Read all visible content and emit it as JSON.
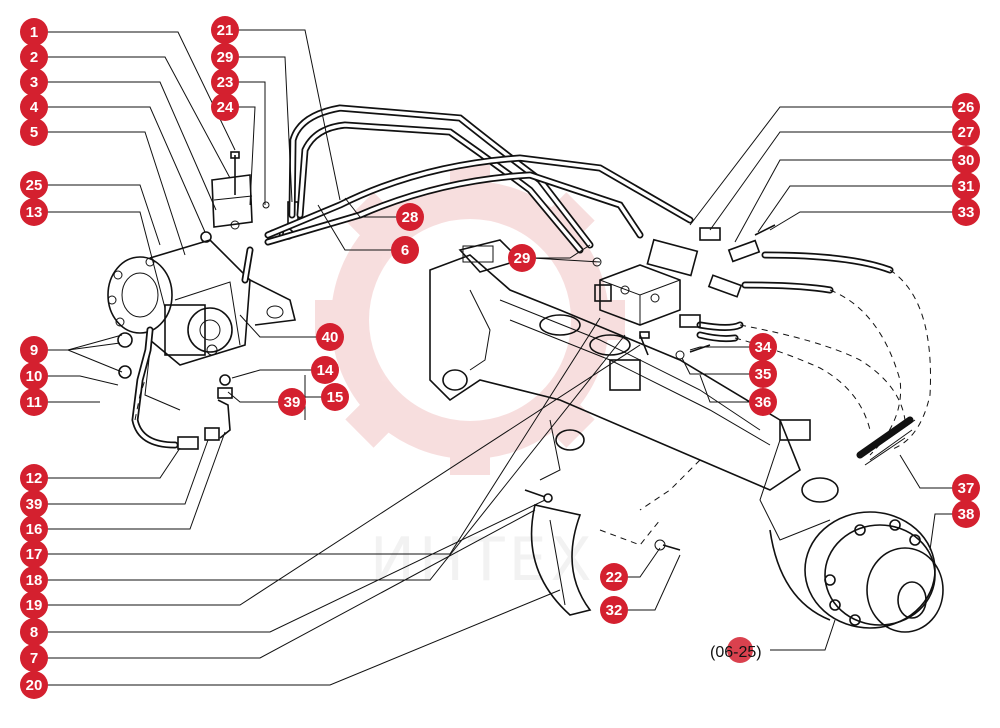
{
  "watermark": {
    "text": "ИНТЕХ",
    "color": "#f2c4c4"
  },
  "accent_color": "#d4202f",
  "reference_label": "(06-25)",
  "callouts": [
    {
      "id": "c1",
      "label": "1"
    },
    {
      "id": "c2",
      "label": "2"
    },
    {
      "id": "c3",
      "label": "3"
    },
    {
      "id": "c4",
      "label": "4"
    },
    {
      "id": "c5",
      "label": "5"
    },
    {
      "id": "c25",
      "label": "25"
    },
    {
      "id": "c13",
      "label": "13"
    },
    {
      "id": "c9",
      "label": "9"
    },
    {
      "id": "c10",
      "label": "10"
    },
    {
      "id": "c11",
      "label": "11"
    },
    {
      "id": "c12",
      "label": "12"
    },
    {
      "id": "c39a",
      "label": "39"
    },
    {
      "id": "c16",
      "label": "16"
    },
    {
      "id": "c17",
      "label": "17"
    },
    {
      "id": "c18",
      "label": "18"
    },
    {
      "id": "c19",
      "label": "19"
    },
    {
      "id": "c8",
      "label": "8"
    },
    {
      "id": "c7",
      "label": "7"
    },
    {
      "id": "c20",
      "label": "20"
    },
    {
      "id": "c21",
      "label": "21"
    },
    {
      "id": "c29a",
      "label": "29"
    },
    {
      "id": "c23",
      "label": "23"
    },
    {
      "id": "c24",
      "label": "24"
    },
    {
      "id": "c28",
      "label": "28"
    },
    {
      "id": "c6",
      "label": "6"
    },
    {
      "id": "c29b",
      "label": "29"
    },
    {
      "id": "c40",
      "label": "40"
    },
    {
      "id": "c14",
      "label": "14"
    },
    {
      "id": "c15",
      "label": "15"
    },
    {
      "id": "c39b",
      "label": "39"
    },
    {
      "id": "c26",
      "label": "26"
    },
    {
      "id": "c27",
      "label": "27"
    },
    {
      "id": "c30",
      "label": "30"
    },
    {
      "id": "c31",
      "label": "31"
    },
    {
      "id": "c33",
      "label": "33"
    },
    {
      "id": "c34",
      "label": "34"
    },
    {
      "id": "c35",
      "label": "35"
    },
    {
      "id": "c36",
      "label": "36"
    },
    {
      "id": "c37",
      "label": "37"
    },
    {
      "id": "c38",
      "label": "38"
    },
    {
      "id": "c22",
      "label": "22"
    },
    {
      "id": "c32",
      "label": "32"
    }
  ]
}
